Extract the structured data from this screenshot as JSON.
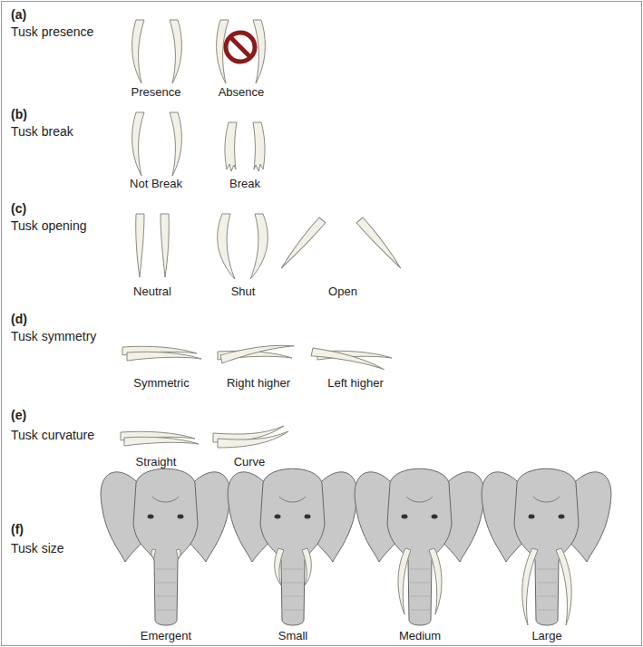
{
  "diagram": {
    "labels": [
      "(a)",
      "Tusk presence",
      "Presence",
      "Absence",
      "(b)",
      "Tusk break",
      "Not Break",
      "Break",
      "(c)",
      "Tusk opening",
      "Neutral",
      "Shut",
      "Open",
      "(d)",
      "Tusk symmetry",
      "Symmetric",
      "Right higher",
      "Left higher",
      "(e)",
      "Tusk curvature",
      "Straight",
      "Curve",
      "(f)",
      "Tusk size",
      "Emergent",
      "Small",
      "Medium",
      "Large"
    ]
  }
}
